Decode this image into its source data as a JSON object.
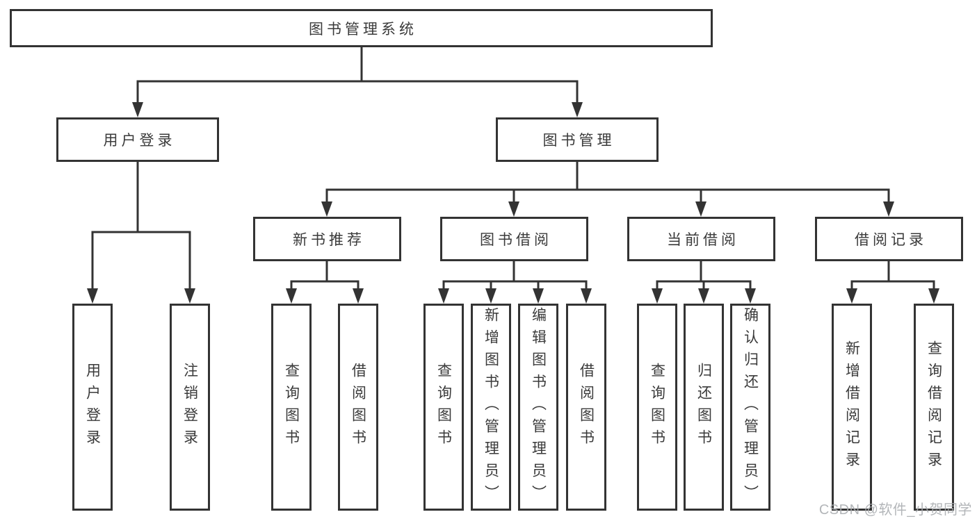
{
  "nodes": {
    "root": "图书管理系统",
    "level2": {
      "user_login": "用户登录",
      "book_management": "图书管理"
    },
    "level3": {
      "new_book_recommend": "新书推荐",
      "book_borrowing": "图书借阅",
      "current_borrowing": "当前借阅",
      "borrowing_records": "借阅记录"
    },
    "leaves": {
      "user_login": [
        "用户登录",
        "注销登录"
      ],
      "new_book_recommend": [
        "查询图书",
        "借阅图书"
      ],
      "book_borrowing": [
        "查询图书",
        "新增图书（管理员）",
        "编辑图书（管理员）",
        "借阅图书"
      ],
      "current_borrowing": [
        "查询图书",
        "归还图书",
        "确认归还（管理员）"
      ],
      "borrowing_records": [
        "新增借阅记录",
        "查询借阅记录"
      ]
    }
  },
  "watermark": "CSDN @软件_小贺同学",
  "colors": {
    "line": "#333333",
    "text": "#3a3a3a",
    "background": "#ffffff",
    "watermark": "#a8acaf"
  }
}
